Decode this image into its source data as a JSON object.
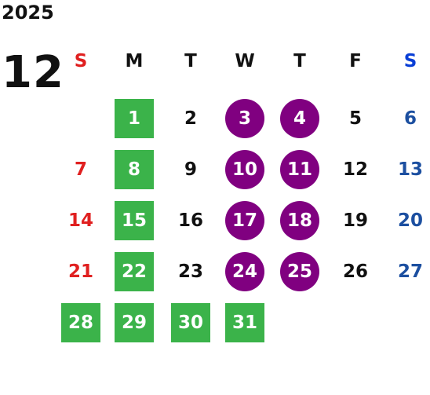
{
  "calendar": {
    "year": "2025",
    "month": "12",
    "weekdays": [
      {
        "label": "S",
        "color": "#e02020"
      },
      {
        "label": "M",
        "color": "#111111"
      },
      {
        "label": "T",
        "color": "#111111"
      },
      {
        "label": "W",
        "color": "#111111"
      },
      {
        "label": "T",
        "color": "#111111"
      },
      {
        "label": "F",
        "color": "#111111"
      },
      {
        "label": "S",
        "color": "#0a3fd6"
      }
    ],
    "weeks": [
      [
        null,
        {
          "day": "1",
          "style": "green"
        },
        {
          "day": "2",
          "style": "plain"
        },
        {
          "day": "3",
          "style": "purple"
        },
        {
          "day": "4",
          "style": "purple"
        },
        {
          "day": "5",
          "style": "plain"
        },
        {
          "day": "6",
          "style": "sat"
        }
      ],
      [
        {
          "day": "7",
          "style": "sun"
        },
        {
          "day": "8",
          "style": "green"
        },
        {
          "day": "9",
          "style": "plain"
        },
        {
          "day": "10",
          "style": "purple"
        },
        {
          "day": "11",
          "style": "purple"
        },
        {
          "day": "12",
          "style": "plain"
        },
        {
          "day": "13",
          "style": "sat"
        }
      ],
      [
        {
          "day": "14",
          "style": "sun"
        },
        {
          "day": "15",
          "style": "green"
        },
        {
          "day": "16",
          "style": "plain"
        },
        {
          "day": "17",
          "style": "purple"
        },
        {
          "day": "18",
          "style": "purple"
        },
        {
          "day": "19",
          "style": "plain"
        },
        {
          "day": "20",
          "style": "sat"
        }
      ],
      [
        {
          "day": "21",
          "style": "sun"
        },
        {
          "day": "22",
          "style": "green"
        },
        {
          "day": "23",
          "style": "plain"
        },
        {
          "day": "24",
          "style": "purple"
        },
        {
          "day": "25",
          "style": "purple"
        },
        {
          "day": "26",
          "style": "plain"
        },
        {
          "day": "27",
          "style": "sat"
        }
      ],
      [
        {
          "day": "28",
          "style": "green"
        },
        {
          "day": "29",
          "style": "green"
        },
        {
          "day": "30",
          "style": "green"
        },
        {
          "day": "31",
          "style": "green"
        },
        null,
        null,
        null
      ]
    ],
    "colors": {
      "green_highlight": "#3bb34a",
      "purple_highlight": "#800080",
      "sunday": "#e02020",
      "saturday": "#1c4fa0",
      "weekday": "#111111"
    }
  }
}
